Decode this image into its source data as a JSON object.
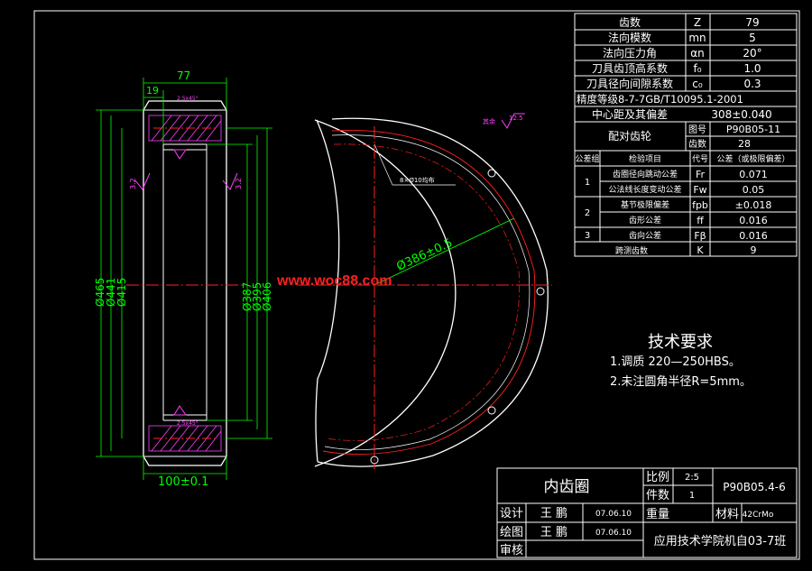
{
  "params_table": {
    "rows": [
      {
        "name": "齿数",
        "sym": "Z",
        "val": "79"
      },
      {
        "name": "法向模数",
        "sym": "mn",
        "val": "5"
      },
      {
        "name": "法向压力角",
        "sym": "αn",
        "val": "20°"
      },
      {
        "name": "刀具齿顶高系数",
        "sym": "f₀",
        "val": "1.0"
      },
      {
        "name": "刀具径向间隙系数",
        "sym": "c₀",
        "val": "0.3"
      }
    ],
    "accuracy": "精度等级8-7-7GB/T10095.1-2001",
    "center_label": "中心距及其偏差",
    "center_val": "308±0.040",
    "mating_label": "配对齿轮",
    "mating_code_label": "图号",
    "mating_code_val": "P90B05-11",
    "mating_teeth_label": "齿数",
    "mating_teeth_val": "28",
    "header": {
      "group": "公差组",
      "item": "检验项目",
      "code": "代号",
      "tol": "公差（或极限偏差）"
    },
    "group1": "1",
    "group2": "2",
    "group3": "3",
    "checks": [
      {
        "item": "齿圈径向跳动公差",
        "sym": "Fr",
        "val": "0.071"
      },
      {
        "item": "公法线长度变动公差",
        "sym": "Fw",
        "val": "0.05"
      },
      {
        "item": "基节极限偏差",
        "sym": "fpb",
        "val": "±0.018"
      },
      {
        "item": "齿形公差",
        "sym": "ff",
        "val": "0.016"
      },
      {
        "item": "齿向公差",
        "sym": "Fβ",
        "val": "0.016"
      }
    ],
    "span_label": "跨测齿数",
    "span_sym": "K",
    "span_val": "9"
  },
  "tech": {
    "title": "技术要求",
    "item1": "1.调质 220—250HBS。",
    "item2": "2.未注圆角半径R=5mm。"
  },
  "title_block": {
    "part_name": "内齿圈",
    "scale_label": "比例",
    "scale_val": "2:5",
    "qty_label": "件数",
    "qty_val": "1",
    "drawing_no": "P90B05.4-6",
    "weight_label": "重量",
    "material_label": "材料",
    "material_val": "42CrMo",
    "design_label": "设计",
    "design_name": "王 鹏",
    "design_date": "07.06.10",
    "draw_label": "绘图",
    "draw_name": "王 鹏",
    "draw_date": "07.06.10",
    "check_label": "审核",
    "school": "应用技术学院机自03-7班"
  },
  "section_view": {
    "dim_width_top": "77",
    "dim_hub": "19",
    "dim_width_bottom": "100±0.1",
    "chamfer_top": "2.5x45°",
    "chamfer_bottom": "2.5x45°",
    "dia_outer": [
      "Ø465",
      "Ø441",
      "Ø415"
    ],
    "dia_inner": [
      "Ø387",
      "Ø395",
      "Ø406"
    ],
    "rough_left": "3.2",
    "rough_right": "3.2"
  },
  "end_view": {
    "dim_pcd": "Ø386±0.5",
    "holes_note": "8×Ø10均布",
    "roughness_note": "其余",
    "roughness_val": "12.5"
  },
  "watermark": "www.woc88.com",
  "colors": {
    "line": "#ffffff",
    "dim": "#00ff00",
    "red": "#ff2020",
    "magenta": "#ff40ff",
    "bg": "#000000"
  }
}
